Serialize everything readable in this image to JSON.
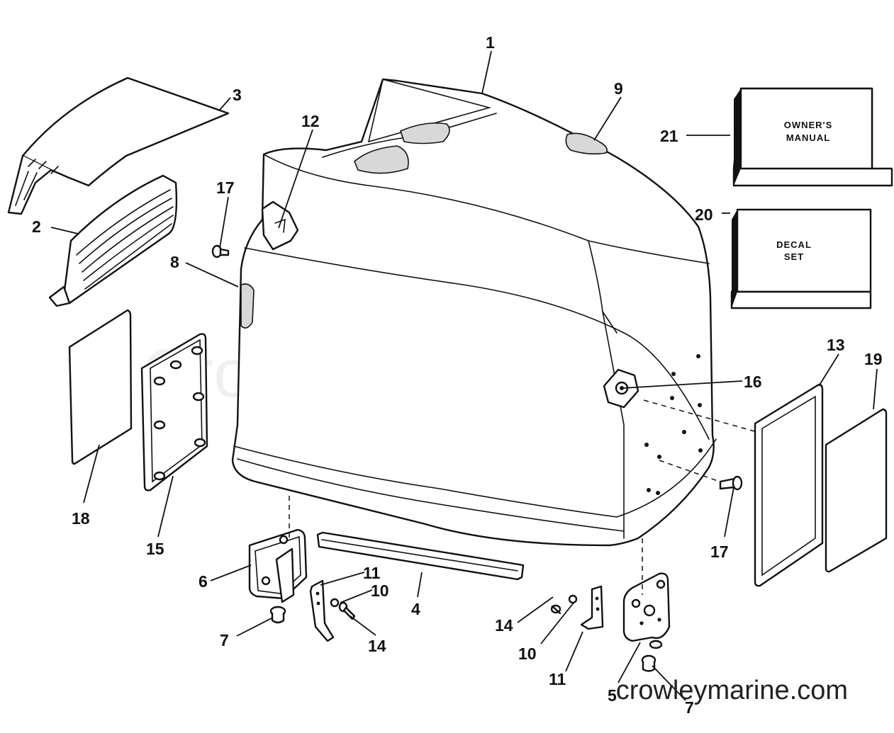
{
  "watermark": "Crowley Marine",
  "site_url": "crowleymarine.com",
  "boxes": {
    "owners_manual": [
      "OWNER'S",
      "MANUAL"
    ],
    "decal_set": [
      "DECAL",
      "SET"
    ]
  },
  "callouts": {
    "c1": "1",
    "c2": "2",
    "c3": "3",
    "c4": "4",
    "c5": "5",
    "c6": "6",
    "c7a": "7",
    "c7b": "7",
    "c8": "8",
    "c9": "9",
    "c10a": "10",
    "c10b": "10",
    "c11a": "11",
    "c11b": "11",
    "c12": "12",
    "c13": "13",
    "c14a": "14",
    "c14b": "14",
    "c15": "15",
    "c16": "16",
    "c17a": "17",
    "c17b": "17",
    "c18": "18",
    "c19": "19",
    "c20": "20",
    "c21": "21"
  }
}
